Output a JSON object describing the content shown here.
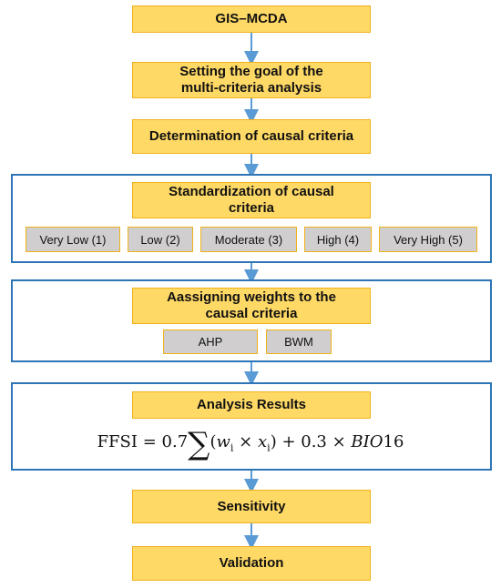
{
  "steps": {
    "gis_mcda": "GIS–MCDA",
    "goal_line1": "Setting the goal of the",
    "goal_line2": "multi-criteria analysis",
    "causal": "Determination of causal criteria",
    "standardization_line1": "Standardization of causal",
    "standardization_line2": "criteria",
    "weights_line1": "Aassigning weights to the",
    "weights_line2": "causal criteria",
    "analysis": "Analysis Results",
    "sensitivity": "Sensitivity",
    "validation": "Validation"
  },
  "scale": [
    "Very Low (1)",
    "Low (2)",
    "Moderate (3)",
    "High (4)",
    "Very High (5)"
  ],
  "methods": [
    "AHP",
    "BWM"
  ],
  "formula": {
    "lhs": "FFSI =",
    "coef1": "0.7",
    "sum": "∑",
    "w": "w",
    "x": "x",
    "sub": "i",
    "times": "×",
    "plus": "+ 0.3 ×",
    "bio": "BIO",
    "bio_num": "16"
  },
  "colors": {
    "step_fill": "#ffd966",
    "step_border": "#f0b21b",
    "group_border": "#2e75b6",
    "option_fill": "#d0cece",
    "arrow": "#5b9bd5"
  }
}
